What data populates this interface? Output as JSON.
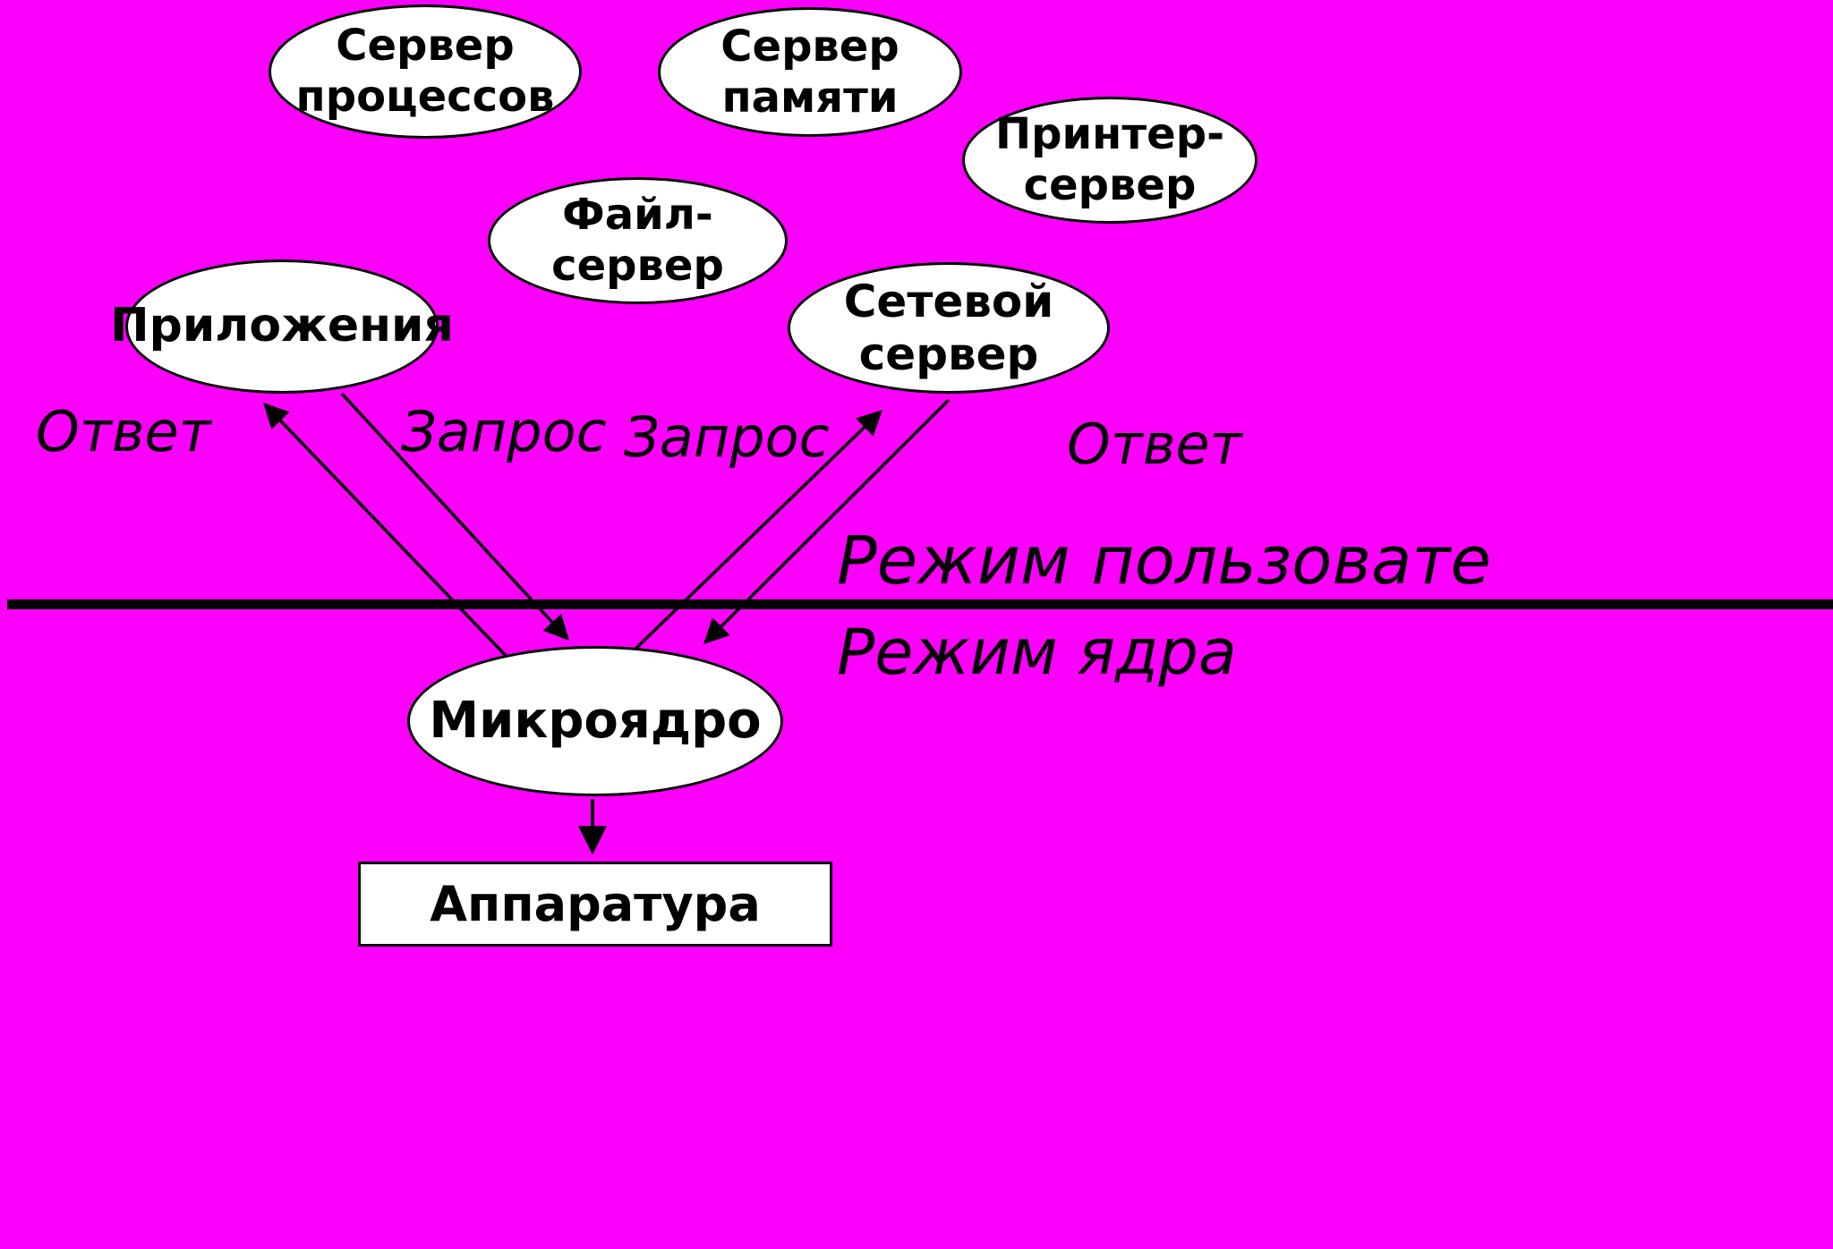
{
  "canvas": {
    "background_color": "#fb00fb",
    "node_fill_color": "#ffffff",
    "line_color": "#000000"
  },
  "nodes": {
    "process_server": {
      "label": "Сервер\nпроцессов"
    },
    "memory_server": {
      "label": "Сервер\nпамяти"
    },
    "printer_server": {
      "label": "Принтер-\nсервер"
    },
    "file_server": {
      "label": "Файл-\nсервер"
    },
    "applications": {
      "label": "Приложения"
    },
    "network_server": {
      "label": "Сетевой\nсервер"
    },
    "microkernel": {
      "label": "Микроядро"
    },
    "hardware": {
      "label": "Аппаратура"
    }
  },
  "edge_labels": {
    "reply_left": "Ответ",
    "request_left": "Запрос",
    "request_right": "Запрос",
    "reply_right": "Ответ"
  },
  "mode_labels": {
    "user_mode": "Режим пользовате",
    "kernel_mode": "Режим ядра"
  }
}
